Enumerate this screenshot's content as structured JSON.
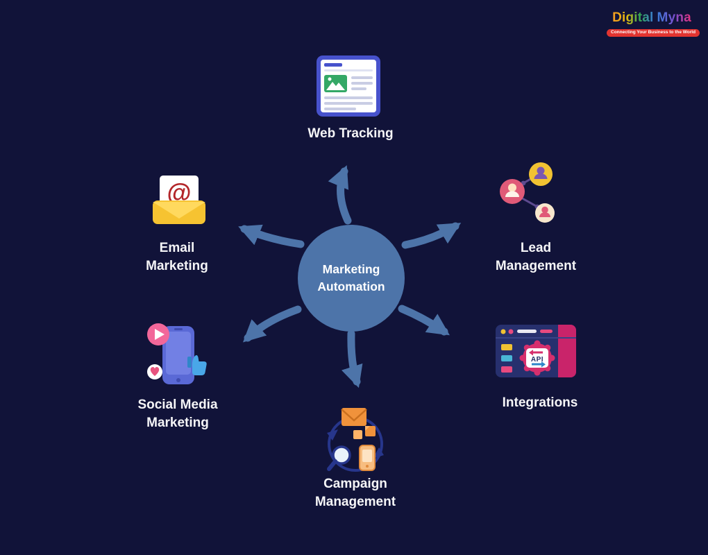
{
  "brand": {
    "name_part1": "Digital",
    "name_part2": "Myna",
    "tagline": "Connecting Your Business to the World"
  },
  "center": {
    "label": "Marketing Automation"
  },
  "nodes": {
    "web_tracking": {
      "label": "Web Tracking"
    },
    "email_marketing": {
      "label": "Email Marketing"
    },
    "lead_management": {
      "label": "Lead Management"
    },
    "social_media_marketing": {
      "label": "Social Media Marketing"
    },
    "campaign_management": {
      "label": "Campaign Management"
    },
    "integrations": {
      "label": "Integrations"
    }
  },
  "icon_text": {
    "api": "API",
    "at_symbol": "@"
  },
  "colors": {
    "background": "#111339",
    "arrow": "#4d74a9",
    "center_circle": "#4d74a9",
    "label_text": "#f5f5f7"
  }
}
